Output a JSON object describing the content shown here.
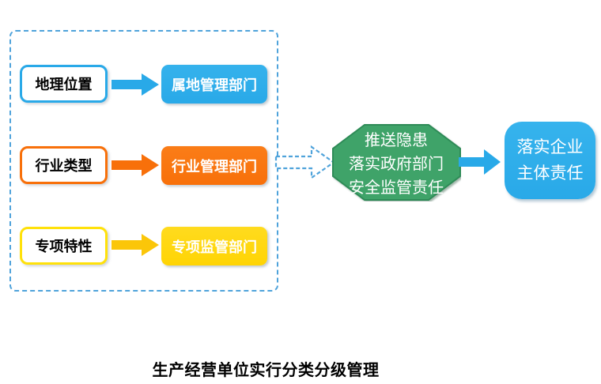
{
  "caption": "生产经营单位实行分类分级管理",
  "colors": {
    "blue": "#29A9E8",
    "orange": "#F8700A",
    "yellow": "#FFD404",
    "yellow_arrow": "#FBC609",
    "green": "#3FA369",
    "green_border": "#2E8B57",
    "dash_blue": "#4FA3DB"
  },
  "classification_panel": {
    "rows": [
      {
        "factor": "地理位置",
        "department": "属地管理部门",
        "scheme": "blue"
      },
      {
        "factor": "行业类型",
        "department": "行业管理部门",
        "scheme": "orange"
      },
      {
        "factor": "专项特性",
        "department": "专项监管部门",
        "scheme": "yellow"
      }
    ]
  },
  "government_octagon": {
    "lines": [
      "推送隐患",
      "落实政府部门",
      "安全监管责任"
    ]
  },
  "enterprise_box": {
    "lines": [
      "落实企业",
      "主体责任"
    ]
  }
}
